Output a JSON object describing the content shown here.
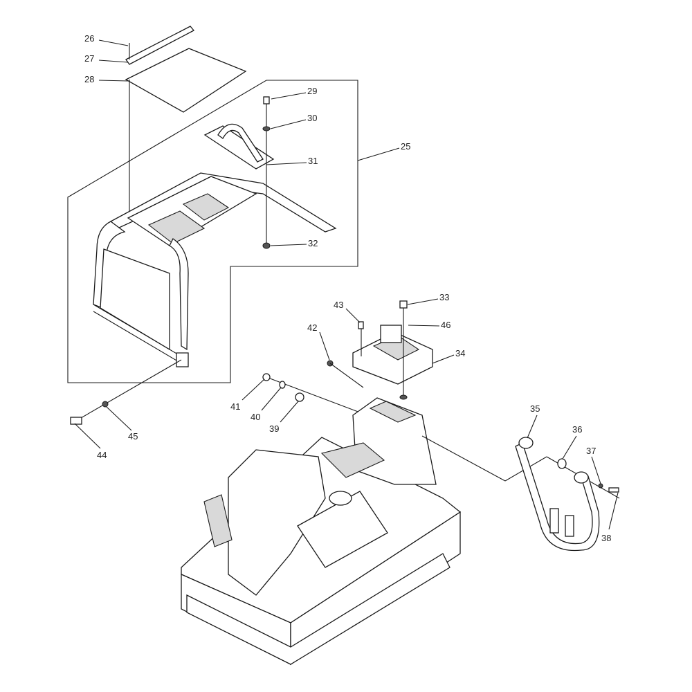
{
  "diagram": {
    "type": "exploded parts view",
    "callouts": {
      "p25": "25",
      "p26": "26",
      "p27": "27",
      "p28": "28",
      "p29": "29",
      "p30": "30",
      "p31": "31",
      "p32": "32",
      "p33": "33",
      "p34": "34",
      "p35": "35",
      "p36": "36",
      "p37": "37",
      "p38": "38",
      "p39": "39",
      "p40": "40",
      "p41": "41",
      "p42": "42",
      "p43": "43",
      "p44": "44",
      "p45": "45",
      "p46": "46"
    }
  }
}
